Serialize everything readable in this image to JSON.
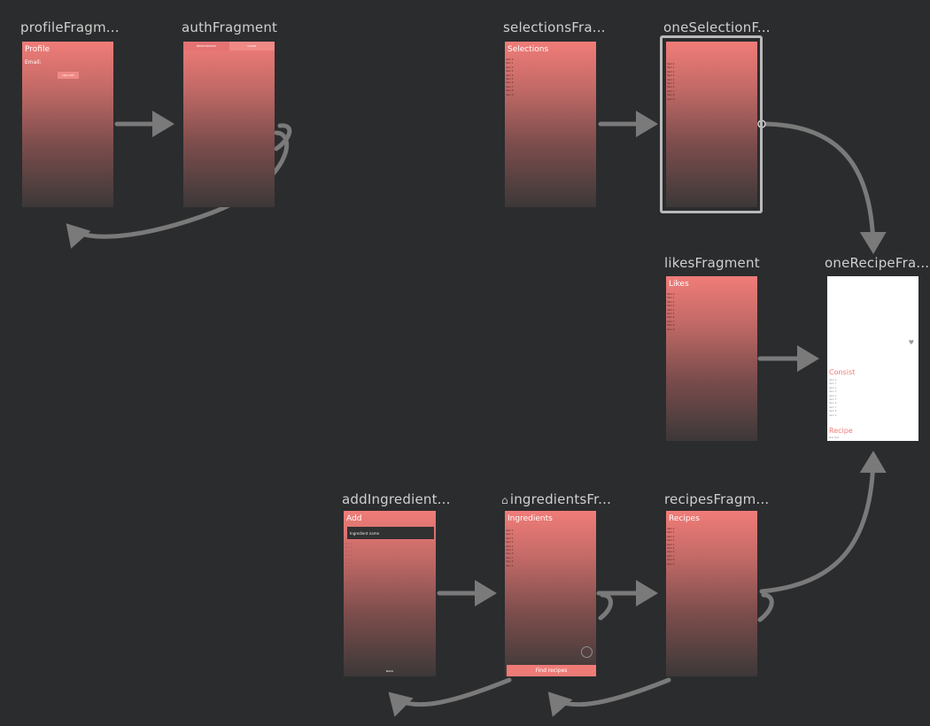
{
  "fragments": {
    "profile": {
      "title": "profileFragm...",
      "header": "Profile",
      "email_label": "Email:",
      "logout_label": "LOG OUT"
    },
    "auth": {
      "title": "authFragment",
      "tab_registration": "REGISTRATION",
      "tab_login": "LOGIN"
    },
    "selections": {
      "title": "selectionsFra...",
      "header": "Selections",
      "items": [
        "Item 0",
        "Item 1",
        "Item 2",
        "Item 3",
        "Item 4",
        "Item 5",
        "Item 6",
        "Item 7",
        "Item 8",
        "Item 9"
      ]
    },
    "one_selection": {
      "title": "oneSelectionF...",
      "items": [
        "Item 0",
        "Item 1",
        "Item 2",
        "Item 3",
        "Item 4",
        "Item 5",
        "Item 6",
        "Item 7",
        "Item 8",
        "Item 9"
      ]
    },
    "likes": {
      "title": "likesFragment",
      "header": "Likes",
      "items": [
        "Item 0",
        "Item 1",
        "Item 2",
        "Item 3",
        "Item 4",
        "Item 5",
        "Item 6",
        "Item 7",
        "Item 8",
        "Item 9"
      ]
    },
    "one_recipe": {
      "title": "oneRecipeFra...",
      "consist_label": "Consist",
      "consist_items": [
        "Item 0",
        "Item 1",
        "Item 2",
        "Item 3",
        "Item 4",
        "Item 5",
        "Item 6",
        "Item 7",
        "Item 8",
        "Item 9"
      ],
      "recipe_label": "Recipe",
      "recipe_text": "text text"
    },
    "add_ingredient": {
      "title": "addIngredient...",
      "header": "Add",
      "input_placeholder": "Ingredient name",
      "items": [
        "Item 0",
        "Item 1",
        "Item 2",
        "Item 3",
        "Item 4",
        "Item 5",
        "Item 6",
        "Item 7",
        "Item 8",
        "Item 9"
      ],
      "back_label": "BACK"
    },
    "ingredients": {
      "title": "ingredientsFr...",
      "header": "Ingredients",
      "items": [
        "Item 0",
        "Item 1",
        "Item 2",
        "Item 3",
        "Item 4",
        "Item 5",
        "Item 6",
        "Item 7",
        "Item 8",
        "Item 9"
      ],
      "find_label": "Find recipes"
    },
    "recipes": {
      "title": "recipesFragm...",
      "header": "Recipes",
      "items": [
        "Item 0",
        "Item 1",
        "Item 2",
        "Item 3",
        "Item 4",
        "Item 5",
        "Item 6",
        "Item 7",
        "Item 8",
        "Item 9"
      ]
    }
  },
  "icons": {
    "start_destination": "home-icon",
    "recipe_like": "heart-icon",
    "fab": "add-fab-icon"
  },
  "colors": {
    "background": "#2b2c2e",
    "accent": "#ef7b77",
    "arrow": "#8a8a8a"
  }
}
